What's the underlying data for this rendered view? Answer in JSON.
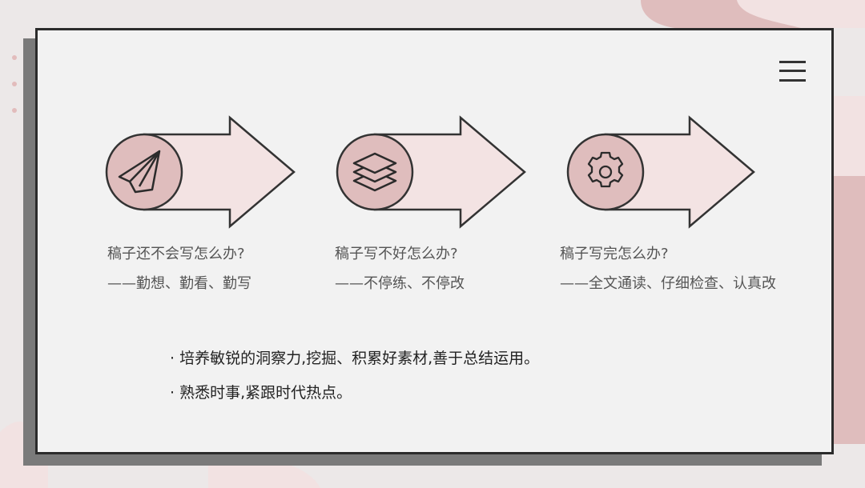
{
  "colors": {
    "accent": "#dfbdbd",
    "arrow_fill": "#f3e3e3",
    "outline": "#333333"
  },
  "steps": [
    {
      "icon": "paper-plane-icon",
      "question": "稿子还不会写怎么办?",
      "answer": "——勤想、勤看、勤写"
    },
    {
      "icon": "layers-icon",
      "question": "稿子写不好怎么办?",
      "answer": "——不停练、不停改"
    },
    {
      "icon": "gear-icon",
      "question": "稿子写完怎么办?",
      "answer": "——全文通读、仔细检查、认真改"
    }
  ],
  "bullets": [
    "· 培养敏锐的洞察力,挖掘、积累好素材,善于总结运用。",
    "· 熟悉时事,紧跟时代热点。"
  ]
}
